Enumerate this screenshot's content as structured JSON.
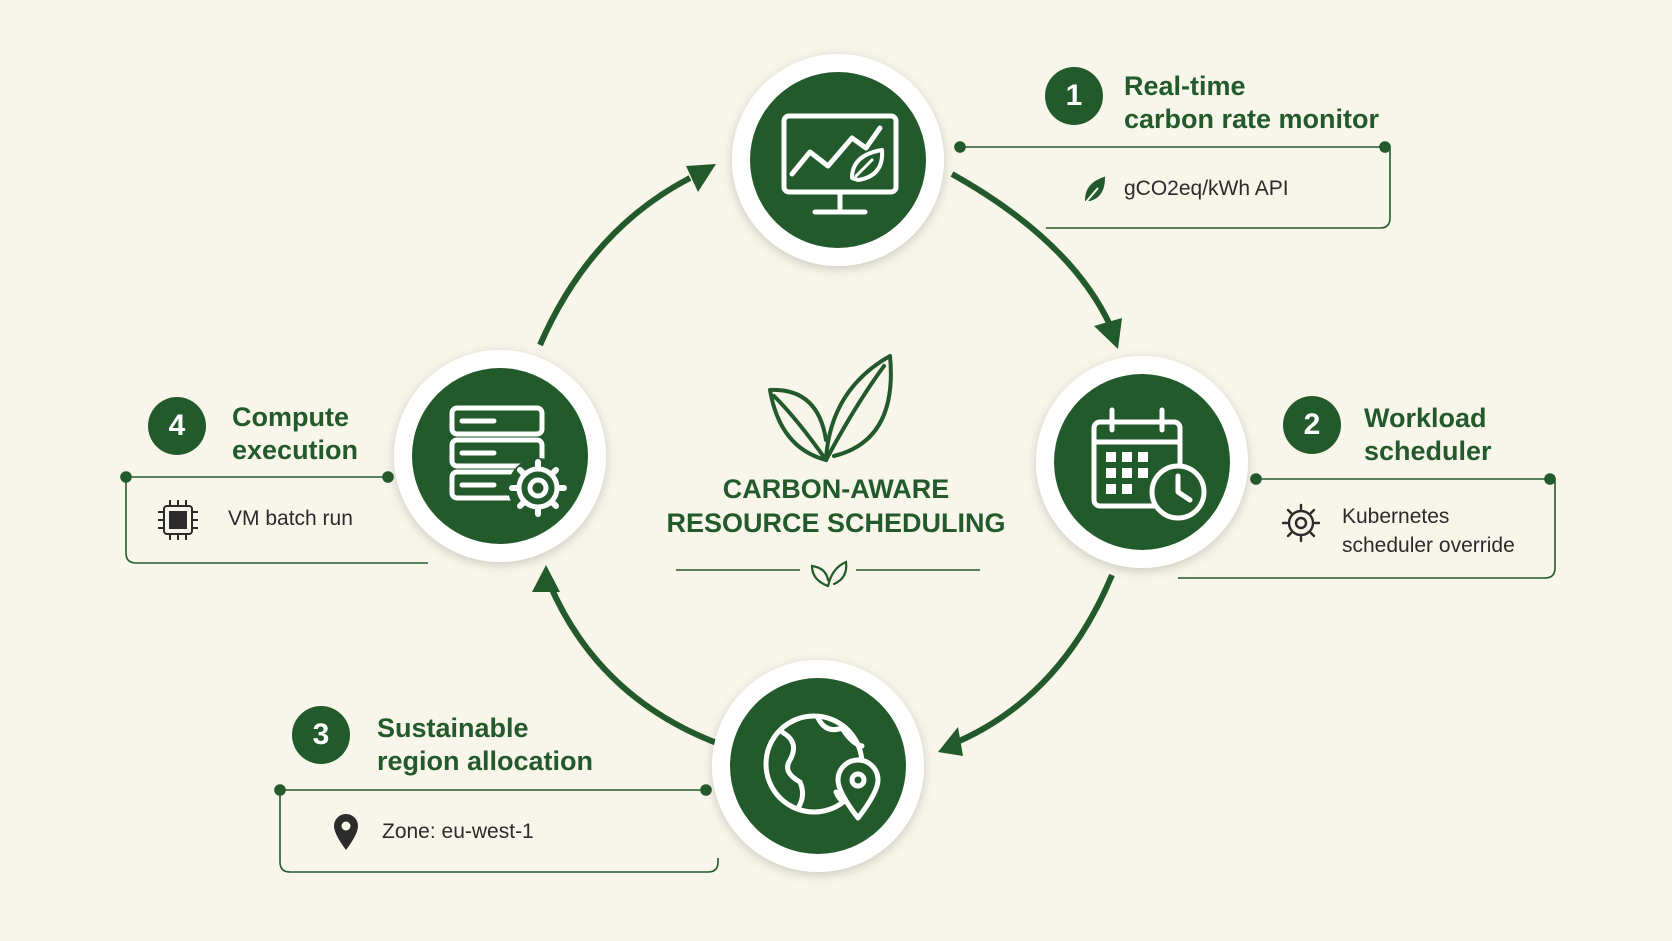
{
  "center": {
    "title_line1": "CARBON-AWARE",
    "title_line2": "RESOURCE SCHEDULING"
  },
  "steps": [
    {
      "number": "1",
      "title_line1": "Real-time",
      "title_line2": "carbon rate monitor",
      "detail": "gCO2eq/kWh API",
      "icon": "monitor-chart-leaf-icon",
      "detail_icon": "leaf-icon"
    },
    {
      "number": "2",
      "title_line1": "Workload",
      "title_line2": "scheduler",
      "detail_line1": "Kubernetes",
      "detail_line2": "scheduler override",
      "icon": "calendar-clock-icon",
      "detail_icon": "gear-icon"
    },
    {
      "number": "3",
      "title_line1": "Sustainable",
      "title_line2": "region allocation",
      "detail": "Zone: eu-west-1",
      "icon": "globe-location-icon",
      "detail_icon": "location-pin-icon"
    },
    {
      "number": "4",
      "title_line1": "Compute",
      "title_line2": "execution",
      "detail": "VM batch run",
      "icon": "server-gear-icon",
      "detail_icon": "cpu-chip-icon"
    }
  ],
  "colors": {
    "primary": "#235a2c",
    "background": "#f8f5ea",
    "circle_border": "#ffffff"
  }
}
